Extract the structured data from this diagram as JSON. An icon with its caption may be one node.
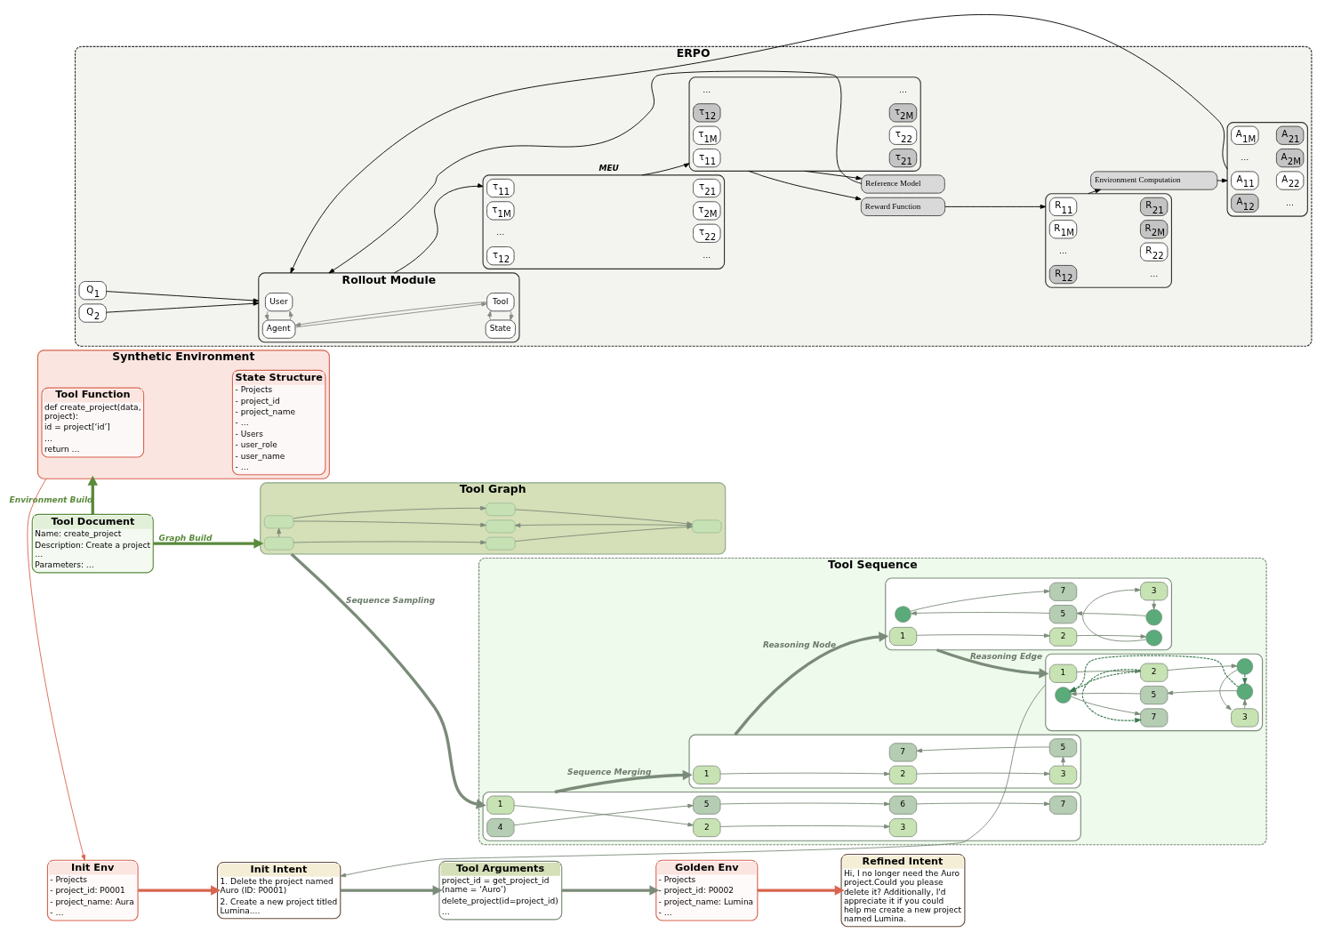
{
  "diagram": {
    "nodes": [
      {
        "text": [
          "Tool Document",
          "Name: create_project",
          "Description: Create a project …",
          "Parameters: …"
        ]
      },
      {
        "text": [
          "Tool Graph"
        ]
      },
      {
        "text": [],
        "shape": "box",
        "in": 1
      },
      {
        "text": [],
        "shape": "box",
        "in": 1
      },
      {
        "text": [],
        "shape": "box",
        "in": 1
      },
      {
        "text": [],
        "shape": "box",
        "in": 1
      },
      {
        "text": [],
        "shape": "box",
        "in": 1
      },
      {
        "text": [],
        "shape": "box",
        "in": 1
      },
      {
        "text": [
          "Synthetic Environment"
        ]
      },
      {
        "text": [
          "Tool Function",
          "def create_project(data, project):",
          "id = project[‘id’]",
          "…",
          "return …"
        ],
        "in": 8
      },
      {
        "text": [
          "State Structure",
          "- Projects",
          "- project_id",
          "- project_name",
          "- …",
          "- Users",
          "- user_role",
          "- user_name",
          "- …"
        ],
        "in": 8
      },
      {
        "text": [
          "Tool Sequence"
        ]
      },
      {
        "text": [],
        "shape": "box",
        "in": 11
      },
      {
        "text": [
          "1"
        ],
        "in": 12
      },
      {
        "text": [
          "2"
        ],
        "in": 12
      },
      {
        "text": [
          "3"
        ],
        "in": 12
      },
      {
        "text": [
          "4"
        ],
        "in": 12
      },
      {
        "text": [
          "5"
        ],
        "in": 12
      },
      {
        "text": [
          "6"
        ],
        "in": 12
      },
      {
        "text": [
          "7"
        ],
        "in": 12
      },
      {
        "text": [],
        "shape": "box",
        "in": 11
      },
      {
        "text": [
          "1"
        ],
        "in": 20
      },
      {
        "text": [
          "2"
        ],
        "in": 20
      },
      {
        "text": [
          "3"
        ],
        "in": 20
      },
      {
        "text": [
          "7"
        ],
        "in": 20
      },
      {
        "text": [
          "5"
        ],
        "in": 20
      },
      {
        "text": [],
        "shape": "box",
        "in": 11
      },
      {
        "text": [
          "1"
        ],
        "in": 26
      },
      {
        "text": [
          "2"
        ],
        "in": 26
      },
      {
        "text": [],
        "shape": "circle",
        "in": 26
      },
      {
        "text": [],
        "shape": "circle",
        "in": 26
      },
      {
        "text": [
          "7"
        ],
        "in": 26
      },
      {
        "text": [
          "3"
        ],
        "in": 26
      },
      {
        "text": [
          "5"
        ],
        "in": 26
      },
      {
        "text": [],
        "shape": "circle",
        "in": 26
      },
      {
        "text": [],
        "shape": "box",
        "in": 11
      },
      {
        "text": [
          "1"
        ],
        "in": 35
      },
      {
        "text": [
          "2"
        ],
        "in": 35
      },
      {
        "text": [],
        "shape": "circle",
        "in": 35
      },
      {
        "text": [],
        "shape": "circle",
        "in": 35
      },
      {
        "text": [
          "7"
        ],
        "in": 35
      },
      {
        "text": [
          "3"
        ],
        "in": 35
      },
      {
        "text": [
          "5"
        ],
        "in": 35
      },
      {
        "text": [],
        "shape": "circle",
        "in": 35
      },
      {
        "text": [
          "Init Env",
          "- Projects",
          "- project_id: P0001",
          "- project_name: Aura",
          "- …"
        ]
      },
      {
        "text": [
          "Init Intent",
          "1. Delete the project named Auro (ID: P0001)",
          "2. Create a new project titled Lumina.…"
        ]
      },
      {
        "text": [
          "Tool Arguments",
          "project_id = get_project_id (name = ‘Auro’)",
          "delete_project(id=project_id)",
          "…"
        ]
      },
      {
        "text": [
          "Golden Env",
          "- Projects",
          "- project_id: P0002",
          "- project_name: Lumina",
          "- …"
        ]
      },
      {
        "text": [
          "Refined Intent",
          "Hi, I no longer need the Auro project.Could you please delete it? Additionally, I'd appreciate it if you could help me create a new project named Lumina."
        ]
      },
      {
        "text": [
          "ERPO"
        ]
      },
      {
        "text": [
          "Q$_{1}$"
        ],
        "in": 49
      },
      {
        "text": [
          "Q$_{2}$"
        ],
        "in": 49
      },
      {
        "text": [
          "Rollout Module"
        ],
        "in": 49
      },
      {
        "text": [
          "User"
        ],
        "in": 52
      },
      {
        "text": [
          "State"
        ],
        "in": 52
      },
      {
        "text": [
          "Agent"
        ],
        "in": 52
      },
      {
        "text": [
          "Tool"
        ],
        "in": 52
      },
      {
        "text": [],
        "shape": "box",
        "in": 49
      },
      {
        "text": [
          "τ$_{11}$"
        ],
        "in": 57
      },
      {
        "text": [
          "τ$_{21}$"
        ],
        "in": 57
      },
      {
        "text": [
          "τ$_{12}$"
        ],
        "in": 57
      },
      {
        "text": [
          "τ$_{22}$"
        ],
        "in": 57
      },
      {
        "text": [
          "τ$_{1M}$"
        ],
        "in": 57
      },
      {
        "text": [
          "τ$_{2M}$"
        ],
        "in": 57
      },
      {
        "text": [],
        "shape": "box",
        "in": 49
      },
      {
        "text": [
          "τ$_{11}$"
        ],
        "in": 64
      },
      {
        "text": [
          "τ$_{21}$"
        ],
        "in": 64
      },
      {
        "text": [
          "τ$_{12}$"
        ],
        "in": 64
      },
      {
        "text": [
          "τ$_{22}$"
        ],
        "in": 64
      },
      {
        "text": [
          "τ$_{1M}$"
        ],
        "in": 64
      },
      {
        "text": [
          "τ$_{2M}$"
        ],
        "in": 64
      },
      {
        "text": [
          "Reward Function"
        ],
        "in": 49
      },
      {
        "text": [
          "Reference Model"
        ],
        "in": 49
      },
      {
        "text": [],
        "shape": "box",
        "in": 49
      },
      {
        "text": [
          "R$_{11}$"
        ],
        "in": 73
      },
      {
        "text": [
          "R$_{21}$"
        ],
        "in": 73
      },
      {
        "text": [
          "R$_{12}$"
        ],
        "in": 73
      },
      {
        "text": [
          "R$_{22}$"
        ],
        "in": 73
      },
      {
        "text": [
          "R$_{1M}$"
        ],
        "in": 73
      },
      {
        "text": [
          "R$_{2M}$"
        ],
        "in": 73
      },
      {
        "text": [
          "Environment Computation"
        ],
        "in": 49
      },
      {
        "text": [],
        "shape": "box",
        "in": 49
      },
      {
        "text": [
          "A$_{11}$"
        ],
        "in": 81
      },
      {
        "text": [
          "A$_{21}$"
        ],
        "in": 81
      },
      {
        "text": [
          "A$_{12}$"
        ],
        "in": 81
      },
      {
        "text": [
          "A$_{22}$"
        ],
        "in": 81
      },
      {
        "text": [
          "A$_{1M}$"
        ],
        "in": 81
      },
      {
        "text": [
          "A$_{2M}$"
        ],
        "in": 81
      }
    ],
    "edges": [
      {
        "from": 0,
        "to": 1,
        "arrow": "to",
        "label": "Graph Build",
        "style": "thick",
        "color": "#5a8a3c"
      },
      {
        "from": 0,
        "to": 8,
        "arrow": "to",
        "label": "Environment Build",
        "style": "thick",
        "color": "#5a8a3c"
      },
      {
        "from": 1,
        "to": 12,
        "arrow": "to",
        "label": "Sequence Sampling",
        "style": "thick"
      },
      {
        "from": 2,
        "to": 3,
        "arrow": "to"
      },
      {
        "from": 2,
        "to": 4,
        "arrow": "to"
      },
      {
        "from": 3,
        "to": 6,
        "arrow": "to"
      },
      {
        "from": 4,
        "to": 5,
        "arrow": "to"
      },
      {
        "from": 6,
        "to": 5,
        "arrow": "to"
      },
      {
        "from": 4,
        "to": 7,
        "arrow": "to"
      },
      {
        "from": 7,
        "to": 6,
        "arrow": "to"
      },
      {
        "from": 13,
        "to": 14,
        "arrow": "to"
      },
      {
        "from": 14,
        "to": 15,
        "arrow": "to"
      },
      {
        "from": 16,
        "to": 17,
        "arrow": "to"
      },
      {
        "from": 17,
        "to": 18,
        "arrow": "to"
      },
      {
        "from": 18,
        "to": 19,
        "arrow": "to"
      },
      {
        "from": 12,
        "to": 20,
        "arrow": "to",
        "label": "Sequence Merging",
        "style": "thick"
      },
      {
        "from": 21,
        "to": 22,
        "arrow": "to"
      },
      {
        "from": 22,
        "to": 23,
        "arrow": "to"
      },
      {
        "from": 23,
        "to": 25,
        "arrow": "to"
      },
      {
        "from": 25,
        "to": 24,
        "arrow": "to"
      },
      {
        "from": 20,
        "to": 26,
        "arrow": "to",
        "label": "Reasoning Node",
        "style": "thick"
      },
      {
        "from": 27,
        "to": 28,
        "arrow": "to"
      },
      {
        "from": 28,
        "to": 29,
        "arrow": "to"
      },
      {
        "from": 29,
        "to": 32,
        "arrow": "to"
      },
      {
        "from": 32,
        "to": 34,
        "arrow": "to"
      },
      {
        "from": 34,
        "to": 33,
        "arrow": "to"
      },
      {
        "from": 33,
        "to": 30,
        "arrow": "to"
      },
      {
        "from": 30,
        "to": 31,
        "arrow": "to"
      },
      {
        "from": 26,
        "to": 35,
        "arrow": "to",
        "label": "Reasoning Edge",
        "style": "thick"
      },
      {
        "from": 36,
        "to": 37,
        "arrow": "to"
      },
      {
        "from": 37,
        "to": 38,
        "arrow": "to"
      },
      {
        "from": 38,
        "to": 41,
        "arrow": "to"
      },
      {
        "from": 41,
        "to": 43,
        "arrow": "to"
      },
      {
        "from": 43,
        "to": 42,
        "arrow": "to"
      },
      {
        "from": 42,
        "to": 39,
        "arrow": "to"
      },
      {
        "from": 39,
        "to": 40,
        "arrow": "to"
      },
      {
        "from": 37,
        "to": 39,
        "arrow": "to",
        "style": "dashed",
        "color": "#3c7a50"
      },
      {
        "from": 37,
        "to": 40,
        "arrow": "to",
        "style": "dashed",
        "color": "#3c7a50"
      },
      {
        "from": 38,
        "to": 43,
        "arrow": "to",
        "style": "dashed",
        "color": "#3c7a50"
      },
      {
        "from": 43,
        "to": 39,
        "arrow": "to",
        "style": "dashed",
        "color": "#3c7a50"
      },
      {
        "from": 8,
        "to": 44,
        "arrow": "to",
        "color": "#d8654f"
      },
      {
        "from": 35,
        "to": 45,
        "arrow": "to"
      },
      {
        "from": 44,
        "to": 45,
        "arrow": "to",
        "style": "thick",
        "color": "#d8654f"
      },
      {
        "from": 45,
        "to": 46,
        "arrow": "to",
        "style": "thick"
      },
      {
        "from": 46,
        "to": 47,
        "arrow": "to",
        "style": "thick"
      },
      {
        "from": 47,
        "to": 48,
        "arrow": "to",
        "style": "thick",
        "color": "#d8654f"
      },
      {
        "from": 50,
        "to": 52,
        "arrow": "to",
        "color": "#000000"
      },
      {
        "from": 51,
        "to": 52,
        "arrow": "to",
        "color": "#000000"
      },
      {
        "from": 55,
        "to": 53,
        "arrow": "to",
        "color": "#888888"
      },
      {
        "from": 53,
        "to": 55,
        "arrow": "to",
        "color": "#888888"
      },
      {
        "from": 56,
        "to": 54,
        "arrow": "to",
        "color": "#888888"
      },
      {
        "from": 54,
        "to": 56,
        "arrow": "to",
        "color": "#888888"
      },
      {
        "from": 55,
        "to": 56,
        "arrow": "to",
        "color": "#888888"
      },
      {
        "from": 56,
        "to": 55,
        "arrow": "to",
        "color": "#888888"
      },
      {
        "from": 52,
        "to": 57,
        "arrow": "to",
        "color": "#000000"
      },
      {
        "from": 57,
        "to": 64,
        "arrow": "to",
        "label": "MEU",
        "color": "#000000"
      },
      {
        "from": 64,
        "to": 71,
        "arrow": "to",
        "color": "#000000"
      },
      {
        "from": 64,
        "to": 72,
        "arrow": "to",
        "color": "#000000"
      },
      {
        "from": 71,
        "to": 73,
        "arrow": "to",
        "color": "#000000"
      },
      {
        "from": 72,
        "to": 52,
        "arrow": "to",
        "color": "#000000"
      },
      {
        "from": 73,
        "to": 80,
        "arrow": "to",
        "color": "#000000"
      },
      {
        "from": 80,
        "to": 81,
        "arrow": "to",
        "color": "#000000"
      },
      {
        "from": 81,
        "to": 52,
        "arrow": "to",
        "color": "#000000"
      }
    ],
    "labels": [
      "…",
      "…",
      "…",
      "…",
      "…",
      "…",
      "…",
      "…"
    ]
  }
}
